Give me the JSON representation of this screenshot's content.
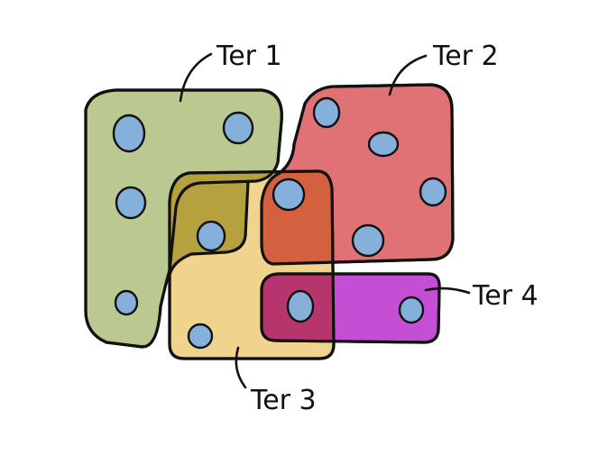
{
  "diagram": {
    "labels": {
      "ter1": "Ter 1",
      "ter2": "Ter 2",
      "ter3": "Ter 3",
      "ter4": "Ter 4"
    },
    "colors": {
      "ter1": "#b9c98f",
      "ter2": "#e07276",
      "ter3": "#f0d48d",
      "ter4": "#c44fd5",
      "overlap_1_3": "#b6a13f",
      "overlap_2_3": "#d3603e",
      "overlap_3_4": "#b7356d",
      "dot": "#86b0dc"
    }
  }
}
